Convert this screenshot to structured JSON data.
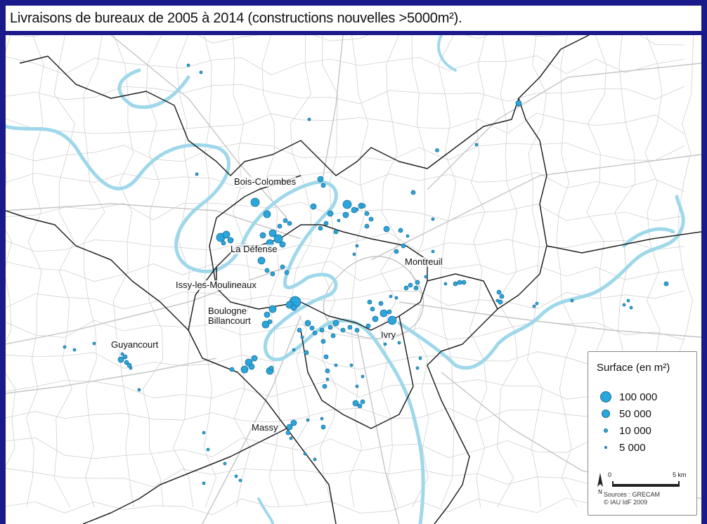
{
  "title": "Livraisons de bureaux de 2005 à 2014 (constructions nouvelles >5000m²).",
  "colors": {
    "background": "#1a1a8a",
    "water": "#9fd8ea",
    "dot_fill": "#2aa6dc",
    "dot_stroke": "#1f6f96",
    "boundary": "#222222",
    "commune": "#cccccc",
    "road": "#c8c8c8"
  },
  "labels": {
    "bois_colombes": "Bois-Colombes",
    "la_defense": "La Défense",
    "issy": "Issy-les-Moulineaux",
    "boulogne_1": "Boulogne",
    "boulogne_2": "Billancourt",
    "guyancourt": "Guyancourt",
    "montreuil": "Montreuil",
    "ivry": "Ivry",
    "massy": "Massy"
  },
  "legend": {
    "title": "Surface (en m²)",
    "items": [
      {
        "label": "100 000",
        "surface": 100000
      },
      {
        "label": "50 000",
        "surface": 50000
      },
      {
        "label": "10 000",
        "surface": 10000
      },
      {
        "label": "5 000",
        "surface": 5000
      }
    ],
    "scale_zero": "0",
    "scale_unit": "5 km",
    "north": "N",
    "sources_line1": "Sources : GRECAM",
    "sources_line2": "© IAU îdF 2009"
  }
}
